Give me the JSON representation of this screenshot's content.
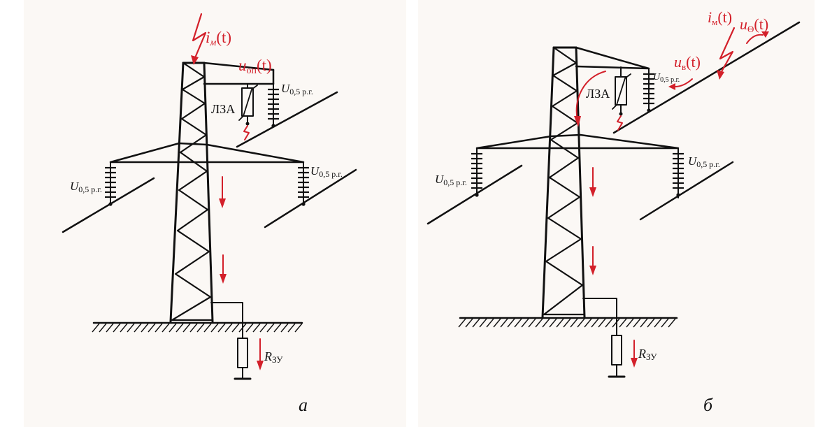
{
  "colors": {
    "lightning": "#d3202a",
    "lines": "#111111",
    "panel_bg": "#fbf8f5"
  },
  "panel_a": {
    "caption": "а",
    "arrester_label": "ЛЗА",
    "current_var": "i",
    "current_sub": "м",
    "voltage_var": "u",
    "voltage_sub": "оп",
    "time_arg": "(t)",
    "insulator_var": "U",
    "insulator_sub": "0,5 р.г.",
    "resistor_var": "R",
    "resistor_sub": "ЗУ"
  },
  "panel_b": {
    "caption": "б",
    "arrester_label": "ЛЗА",
    "current_var": "i",
    "current_sub": "м",
    "wave_left_var": "u",
    "wave_left_sub": "в",
    "wave_right_var": "u",
    "wave_right_sub": "Θ",
    "time_arg": "(t)",
    "insulator_var": "U",
    "insulator_sub": "0,5 р.г.",
    "resistor_var": "R",
    "resistor_sub": "ЗУ"
  }
}
